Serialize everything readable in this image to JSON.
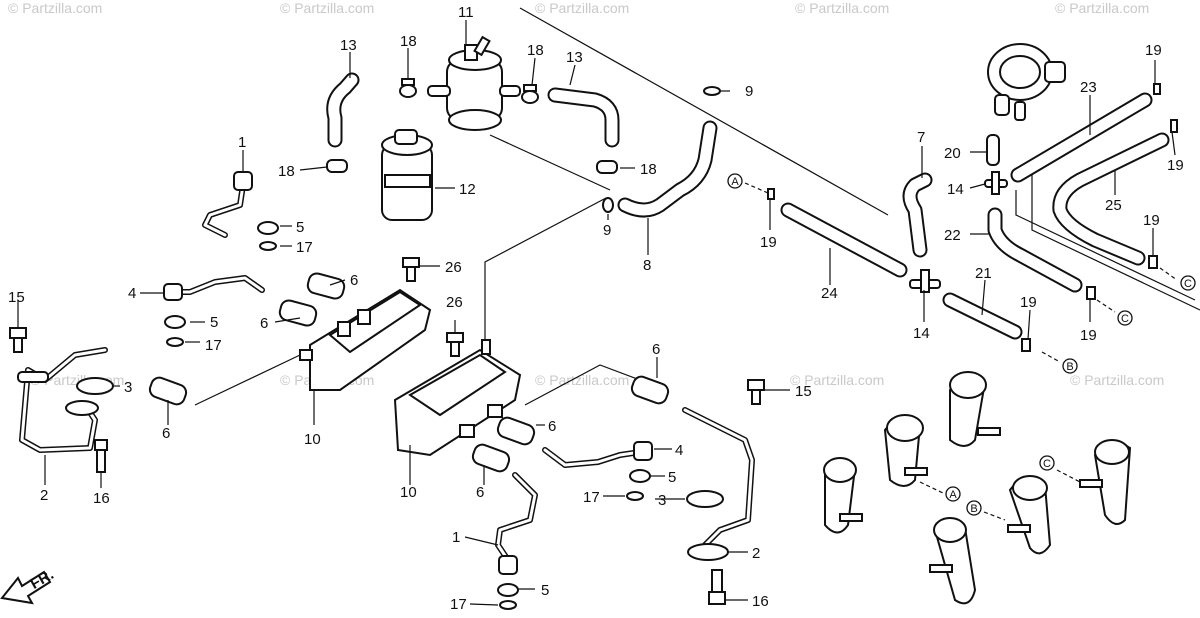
{
  "watermark": "© Partzilla.com",
  "front_label": "FR.",
  "callouts": {
    "c1a": "1",
    "c1b": "1",
    "c2a": "2",
    "c2b": "2",
    "c3a": "3",
    "c3b": "3",
    "c4a": "4",
    "c4b": "4",
    "c5a": "5",
    "c5b": "5",
    "c5c": "5",
    "c5d": "5",
    "c6a": "6",
    "c6b": "6",
    "c6c": "6",
    "c6d": "6",
    "c6e": "6",
    "c6f": "6",
    "c7": "7",
    "c8": "8",
    "c9a": "9",
    "c9b": "9",
    "c10a": "10",
    "c10b": "10",
    "c11": "11",
    "c12": "12",
    "c13a": "13",
    "c13b": "13",
    "c14a": "14",
    "c14b": "14",
    "c15a": "15",
    "c15b": "15",
    "c16a": "16",
    "c16b": "16",
    "c17a": "17",
    "c17b": "17",
    "c17c": "17",
    "c17d": "17",
    "c18a": "18",
    "c18b": "18",
    "c18c": "18",
    "c18d": "18",
    "c19a": "19",
    "c19b": "19",
    "c19c": "19",
    "c19d": "19",
    "c19e": "19",
    "c19f": "19",
    "c20": "20",
    "c21": "21",
    "c22": "22",
    "c23": "23",
    "c24": "24",
    "c25": "25",
    "c26a": "26",
    "c26b": "26"
  },
  "connection_markers": {
    "m1": "A",
    "m2": "A",
    "m3": "B",
    "m4": "B",
    "m5": "C",
    "m6": "C",
    "m7": "C"
  }
}
